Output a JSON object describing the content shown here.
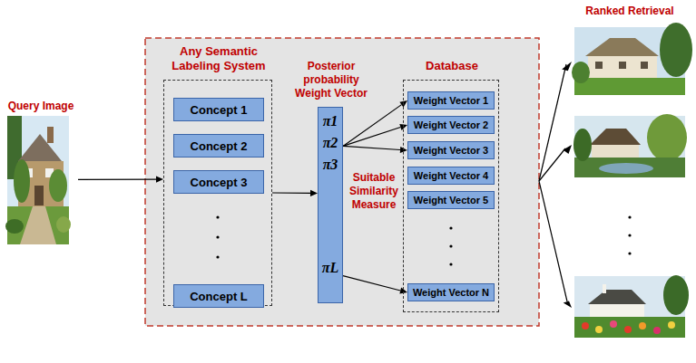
{
  "diagram": {
    "nodes": [
      {
        "text": [
          "Query Image"
        ]
      },
      {
        "text": [
          "Any Semantic Labeling System"
        ]
      },
      {
        "text": [
          "Concept 1"
        ],
        "in": 1
      },
      {
        "text": [
          "Concept 2"
        ],
        "in": 1
      },
      {
        "text": [
          "Concept 3"
        ],
        "in": 1
      },
      {
        "text": [
          "Concept L"
        ],
        "in": 1
      },
      {
        "text": [
          "Posterior probability Weight Vector",
          "π1",
          "π2",
          "π3",
          "πL"
        ]
      },
      {
        "text": [
          "Database"
        ]
      },
      {
        "text": [
          "Weight Vector 1"
        ],
        "in": 7
      },
      {
        "text": [
          "Weight Vector 2"
        ],
        "in": 7
      },
      {
        "text": [
          "Weight Vector 3"
        ],
        "in": 7
      },
      {
        "text": [
          "Weight Vector 4"
        ],
        "in": 7
      },
      {
        "text": [
          "Weight Vector 5"
        ],
        "in": 7
      },
      {
        "text": [
          "Weight Vector N"
        ],
        "in": 7
      }
    ],
    "edges": [
      {
        "from": 0,
        "to": 1,
        "arrow": "to"
      },
      {
        "from": 1,
        "to": 6,
        "arrow": "to"
      },
      {
        "from": 6,
        "to": 8,
        "arrow": "to"
      },
      {
        "from": 6,
        "to": 9,
        "arrow": "to"
      },
      {
        "from": 6,
        "to": 10,
        "arrow": "to"
      },
      {
        "from": 6,
        "to": 13,
        "arrow": "to"
      }
    ],
    "labels": [
      "Suitable Similarity Measure",
      "Ranked Retrieval"
    ]
  }
}
